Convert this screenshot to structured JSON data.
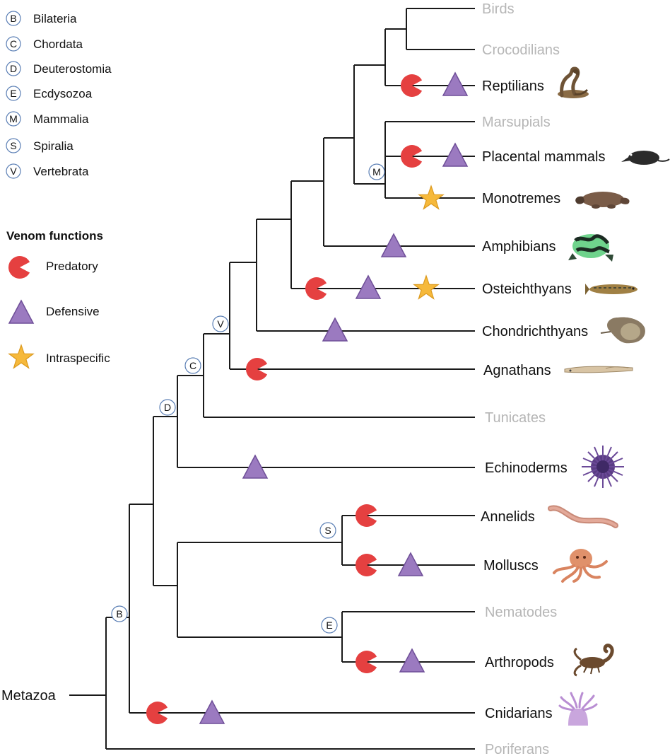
{
  "root_label": "Metazoa",
  "legend": {
    "clades": [
      {
        "letter": "B",
        "name": "Bilateria"
      },
      {
        "letter": "C",
        "name": "Chordata"
      },
      {
        "letter": "D",
        "name": "Deuterostomia"
      },
      {
        "letter": "E",
        "name": "Ecdysozoa"
      },
      {
        "letter": "M",
        "name": "Mammalia"
      },
      {
        "letter": "S",
        "name": "Spiralia"
      },
      {
        "letter": "V",
        "name": "Vertebrata"
      }
    ],
    "functions_title": "Venom functions",
    "functions": [
      {
        "key": "predatory",
        "label": "Predatory"
      },
      {
        "key": "defensive",
        "label": "Defensive"
      },
      {
        "key": "intraspecific",
        "label": "Intraspecific"
      }
    ]
  },
  "colors": {
    "predatory": "#e54040",
    "defensive": "#9b7ac0",
    "intraspecific": "#f6b93b",
    "venomous_label": "#111111",
    "non_venomous_label": "#b6b6b6",
    "clade_circle_border": "#5b7fb5"
  },
  "taxa": [
    {
      "name": "Birds",
      "venomous": false,
      "functions": [],
      "icon": "none"
    },
    {
      "name": "Crocodilians",
      "venomous": false,
      "functions": [],
      "icon": "none"
    },
    {
      "name": "Reptilians",
      "venomous": true,
      "functions": [
        "predatory",
        "defensive"
      ],
      "icon": "cobra-icon"
    },
    {
      "name": "Marsupials",
      "venomous": false,
      "functions": [],
      "icon": "none"
    },
    {
      "name": "Placental mammals",
      "venomous": true,
      "functions": [
        "predatory",
        "defensive"
      ],
      "icon": "shrew-icon"
    },
    {
      "name": "Monotremes",
      "venomous": true,
      "functions": [
        "intraspecific"
      ],
      "icon": "platypus-icon"
    },
    {
      "name": "Amphibians",
      "venomous": true,
      "functions": [
        "defensive"
      ],
      "icon": "frog-icon"
    },
    {
      "name": "Osteichthyans",
      "venomous": true,
      "functions": [
        "predatory",
        "defensive",
        "intraspecific"
      ],
      "icon": "fish-icon"
    },
    {
      "name": "Chondrichthyans",
      "venomous": true,
      "functions": [
        "defensive"
      ],
      "icon": "stingray-icon"
    },
    {
      "name": "Agnathans",
      "venomous": true,
      "functions": [
        "predatory"
      ],
      "icon": "lamprey-icon"
    },
    {
      "name": "Tunicates",
      "venomous": false,
      "functions": [],
      "icon": "none"
    },
    {
      "name": "Echinoderms",
      "venomous": true,
      "functions": [
        "defensive"
      ],
      "icon": "sea-urchin-icon"
    },
    {
      "name": "Annelids",
      "venomous": true,
      "functions": [
        "predatory"
      ],
      "icon": "worm-icon"
    },
    {
      "name": "Molluscs",
      "venomous": true,
      "functions": [
        "predatory",
        "defensive"
      ],
      "icon": "octopus-icon"
    },
    {
      "name": "Nematodes",
      "venomous": false,
      "functions": [],
      "icon": "none"
    },
    {
      "name": "Arthropods",
      "venomous": true,
      "functions": [
        "predatory",
        "defensive"
      ],
      "icon": "scorpion-icon"
    },
    {
      "name": "Cnidarians",
      "venomous": true,
      "functions": [
        "predatory",
        "defensive"
      ],
      "icon": "sea-anemone-icon"
    },
    {
      "name": "Poriferans",
      "venomous": false,
      "functions": [],
      "icon": "none"
    }
  ],
  "node_markers": [
    {
      "clade": "M"
    },
    {
      "clade": "V"
    },
    {
      "clade": "C"
    },
    {
      "clade": "D"
    },
    {
      "clade": "S"
    },
    {
      "clade": "E"
    },
    {
      "clade": "B"
    }
  ]
}
